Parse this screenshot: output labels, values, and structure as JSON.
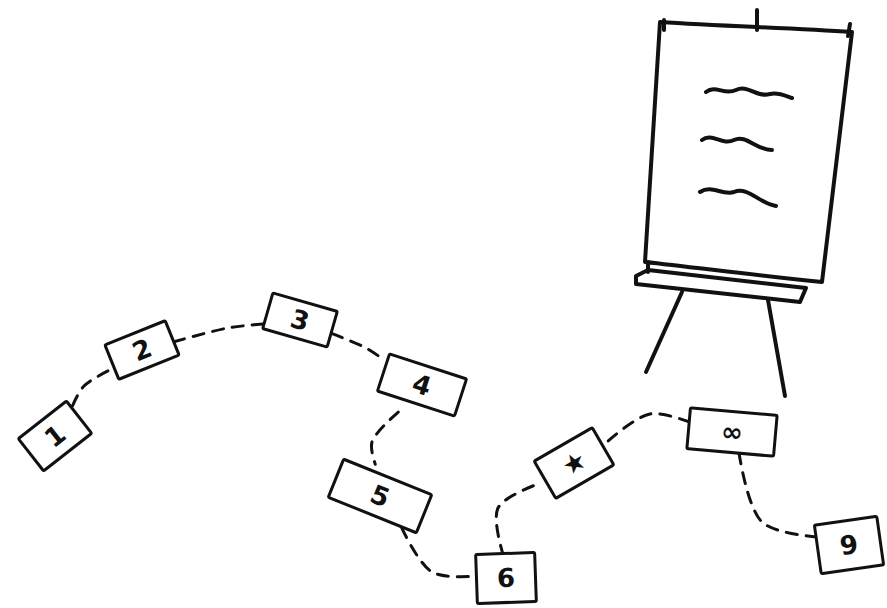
{
  "diagram": {
    "nodes": [
      {
        "text": [
          "1"
        ]
      },
      {
        "text": [
          "2"
        ]
      },
      {
        "text": [
          "3"
        ]
      },
      {
        "text": [
          "4"
        ]
      },
      {
        "text": [
          "5"
        ]
      },
      {
        "text": [
          "6"
        ]
      },
      {
        "text": [
          "★"
        ]
      },
      {
        "text": [
          "∞"
        ]
      },
      {
        "text": [
          "9"
        ]
      }
    ],
    "edges": [
      {
        "from": 0,
        "to": 1,
        "arrow": "none"
      },
      {
        "from": 1,
        "to": 2,
        "arrow": "none"
      },
      {
        "from": 2,
        "to": 3,
        "arrow": "none"
      },
      {
        "from": 3,
        "to": 4,
        "arrow": "none"
      },
      {
        "from": 4,
        "to": 5,
        "arrow": "none"
      },
      {
        "from": 5,
        "to": 6,
        "arrow": "none"
      },
      {
        "from": 6,
        "to": 7,
        "arrow": "none"
      },
      {
        "from": 7,
        "to": 8,
        "arrow": "none"
      }
    ]
  }
}
